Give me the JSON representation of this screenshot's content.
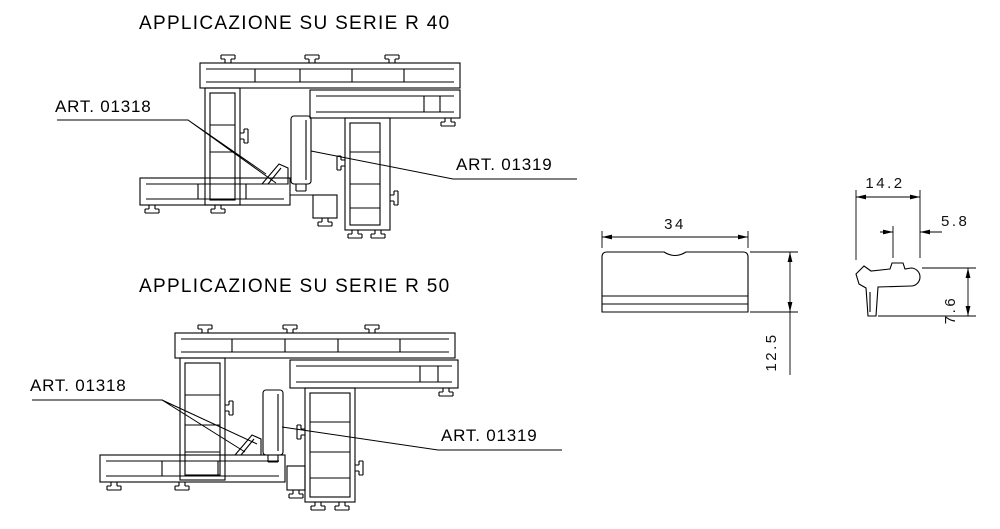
{
  "drawing": {
    "r40": {
      "title": "APPLICAZIONE SU SERIE R 40",
      "label_left": "ART. 01318",
      "label_right": "ART. 01319"
    },
    "r50": {
      "title": "APPLICAZIONE SU SERIE R 50",
      "label_left": "ART. 01318",
      "label_right": "ART. 01319"
    },
    "dimensions": {
      "front_width": "34",
      "front_height": "12.5",
      "side_width": "14.2",
      "side_offset": "5.8",
      "side_height": "7.6"
    },
    "colors": {
      "line": "#000000",
      "background": "#ffffff"
    }
  }
}
